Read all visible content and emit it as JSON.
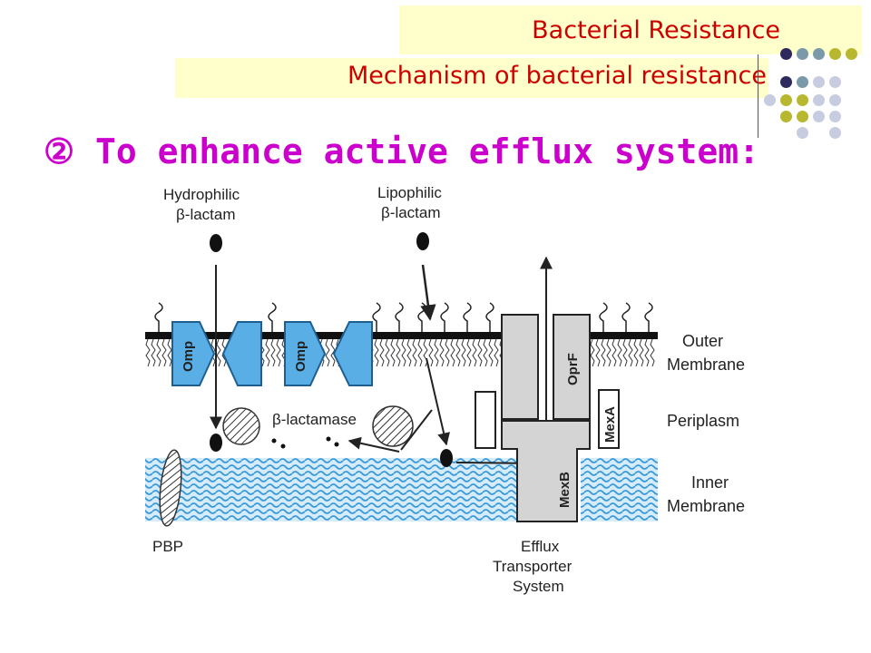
{
  "header": {
    "title": "Bacterial Resistance",
    "subtitle": "Mechanism of bacterial resistance"
  },
  "heading": "② To enhance active efflux system:",
  "diagram": {
    "top_labels": {
      "hydrophilic_1": "Hydrophilic",
      "hydrophilic_2": "β-lactam",
      "lipophilic_1": "Lipophilic",
      "lipophilic_2": "β-lactam"
    },
    "porin_label": "Omp",
    "enzyme_label": "β-lactamase",
    "oprf_label": "OprF",
    "mexa_label": "MexA",
    "mexb_label": "MexB",
    "right_labels": {
      "outer_1": "Outer",
      "outer_2": "Membrane",
      "periplasm": "Periplasm",
      "inner_1": "Inner",
      "inner_2": "Membrane"
    },
    "pbp_label": "PBP",
    "efflux_labels": {
      "line1": "Efflux",
      "line2": "Transporter",
      "line3": "System"
    }
  },
  "colors": {
    "title_red": "#cc0000",
    "heading_magenta": "#cc00cc",
    "banner_yellow": "#ffffcc",
    "porin_blue": "#5aaee6",
    "membrane_blue": "#3a9ad9",
    "protein_gray": "#d4d4d4",
    "dot_olive": "#b8b830",
    "dot_navy": "#2e2a5e",
    "dot_steel": "#7a9aaa",
    "dot_lavender": "#c8cce0"
  }
}
